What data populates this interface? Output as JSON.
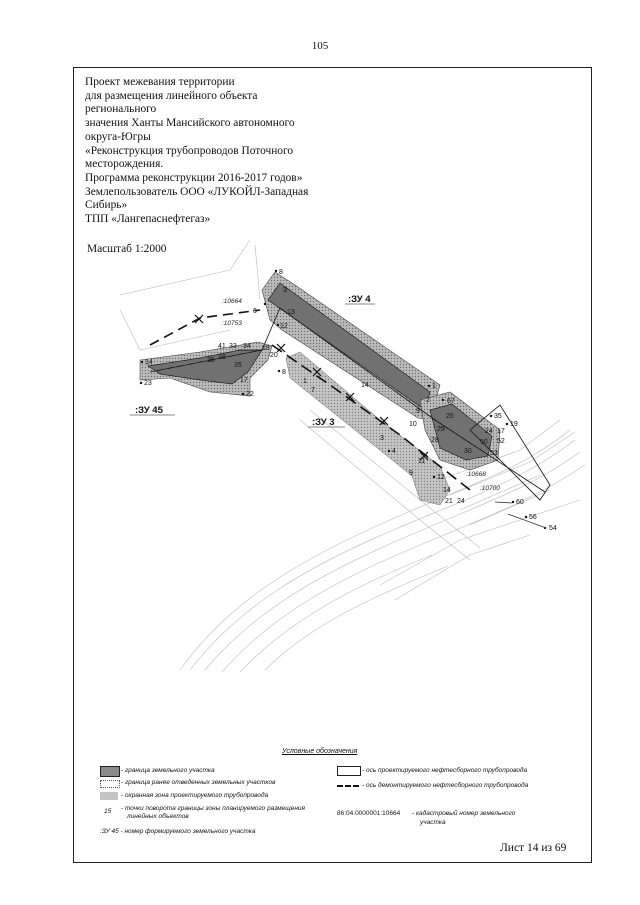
{
  "page_number": "105",
  "title_lines": [
    "Проект межевания территории",
    "для размещения линейного объекта",
    "регионального",
    "значения Ханты Мансийского автономного",
    "округа-Югры",
    "«Реконструкция трубопроводов Поточного",
    "месторождения.",
    "Программа реконструкции 2016-2017 годов»",
    "Землепользователь ООО «ЛУКОЙЛ-Западная",
    "Сибирь»",
    "ТПП «Лангепаснефтегаз»"
  ],
  "scale": "Масштаб 1:2000",
  "plots": {
    "zu4": ":ЗУ 4",
    "zu3": ":ЗУ 3",
    "zu45": ":ЗУ 45"
  },
  "cadastral_labels": {
    "c1": ":10664",
    "c2": ":10753",
    "c3": ":10668",
    "c4": ":10700"
  },
  "points": {
    "p8a": "8",
    "p3a": "3",
    "p6": "6",
    "p13a": "13",
    "p12a": "12",
    "p41": "41",
    "p33": "33",
    "p34": "34",
    "p18": "18",
    "p20": "20",
    "p36": "36",
    "p38": "38",
    "p35": "35",
    "p14a": "14",
    "p17": "17",
    "p23": "23",
    "p22": "22",
    "p8b": "8",
    "p1": "1",
    "p7": "7",
    "p14b": "14",
    "p1b": "1",
    "p2": "2",
    "p9a": "9",
    "p10": "10",
    "p67": "67",
    "p26": "26",
    "p29": "29",
    "p28": "28",
    "p35b": "35",
    "p24": "24",
    "p17b": "17",
    "p19": "19",
    "p50": "50",
    "p52": "52",
    "p30": "30",
    "p53": "53",
    "p3b": "3",
    "p4": "4",
    "p11": "11",
    "p9b": "9",
    "p12b": "12",
    "p14c": "14",
    "p21": "21",
    "p24b": "24",
    "p60": "60",
    "p56": "56",
    "p54": "54"
  },
  "legend": {
    "title": "Условные обозначения",
    "boundary": "- граница земельного участка",
    "prior_boundary": "- граница ранее отведенных земельных участков",
    "protect_zone": "- охранная зона проектируемого трубопровода",
    "turn_points_1": "- точки поворота границы зоны планируемого размещения",
    "turn_points_2": "линейных объектов",
    "turn_points_sample": "15",
    "plot_number": ":ЗУ 45 - номер формируемого земельного участка",
    "projected_axis": "- ось проектируемого нефтесборного трубопровода",
    "dismantled_axis": "- ось демонтируемого нефтесборного трубопровода",
    "cadastral_sample": "86:04.0000001:10664",
    "cadastral_desc_1": "- кадастровый номер земельного",
    "cadastral_desc_2": "участка"
  },
  "sheet": "Лист 14 из 69"
}
